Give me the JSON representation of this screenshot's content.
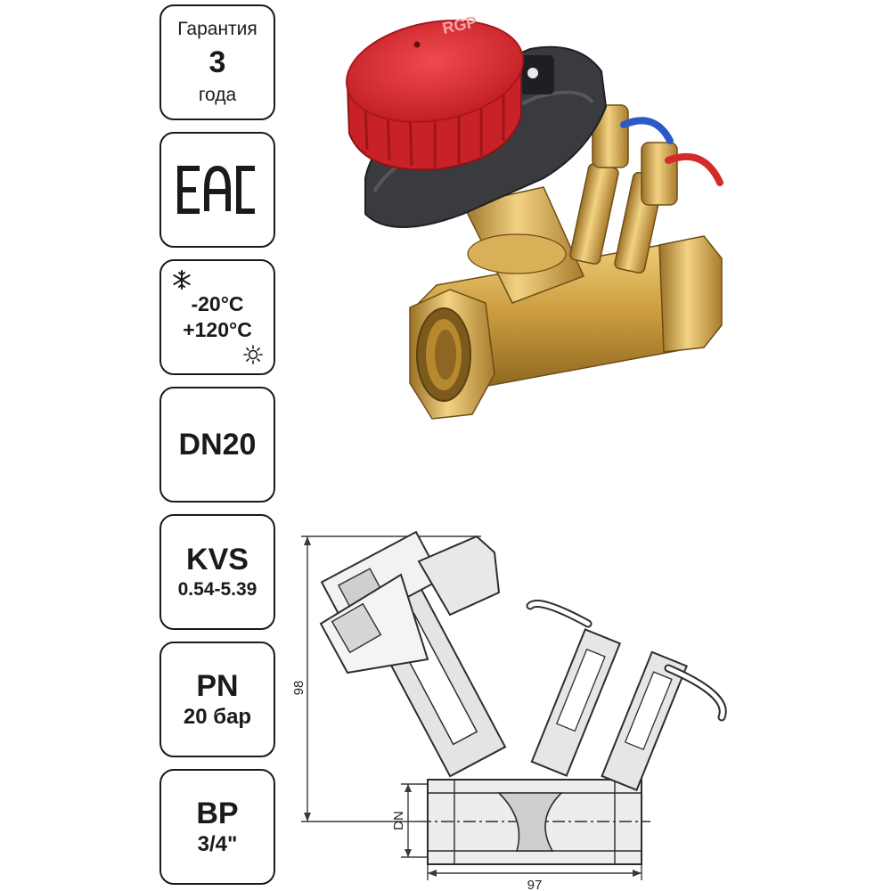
{
  "badges": {
    "warranty": {
      "top": "Гарантия",
      "value": "3",
      "bottom": "года"
    },
    "certification": {
      "mark": "EAC"
    },
    "temperature": {
      "min": "-20°C",
      "max": "+120°C",
      "min_icon": "snowflake-icon",
      "max_icon": "sun-icon"
    },
    "diameter": {
      "value": "DN20"
    },
    "kvs": {
      "label": "KVS",
      "range": "0.54-5.39"
    },
    "pressure": {
      "label": "PN",
      "value": "20 бар"
    },
    "thread": {
      "label": "ВР",
      "size": "3/4\""
    }
  },
  "product": {
    "logo": "RGP",
    "colors": {
      "cap": "#d9262c",
      "brass": "#c99a3c",
      "body_dark": "#3a3b3f",
      "blue_tag": "#2b59c8",
      "red_tag": "#d52a2a"
    }
  },
  "drawing": {
    "height_label": "98",
    "length_label": "97",
    "diameter_label": "DN"
  }
}
